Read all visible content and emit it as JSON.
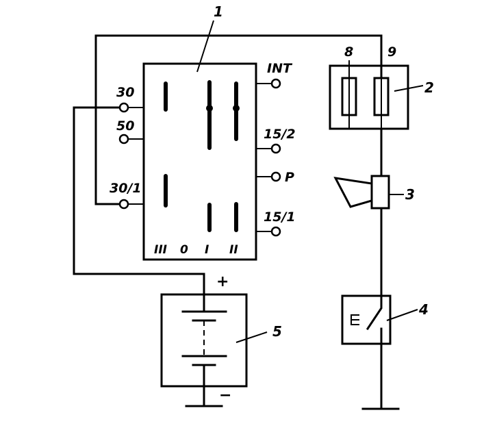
{
  "callouts": {
    "switch": "1",
    "fuse_block": "2",
    "horn": "3",
    "horn_button": "4",
    "battery": "5"
  },
  "fuses": {
    "left": "8",
    "right": "9"
  },
  "terminals": {
    "t30": "30",
    "t50": "50",
    "t30_1": "30/1",
    "tint": "INT",
    "t15_2": "15/2",
    "tp": "P",
    "t15_1": "15/1"
  },
  "positions": {
    "p3": "III",
    "p0": "0",
    "p1": "I",
    "p2": "II"
  },
  "battery_polarity": {
    "plus": "+",
    "minus": "−"
  }
}
